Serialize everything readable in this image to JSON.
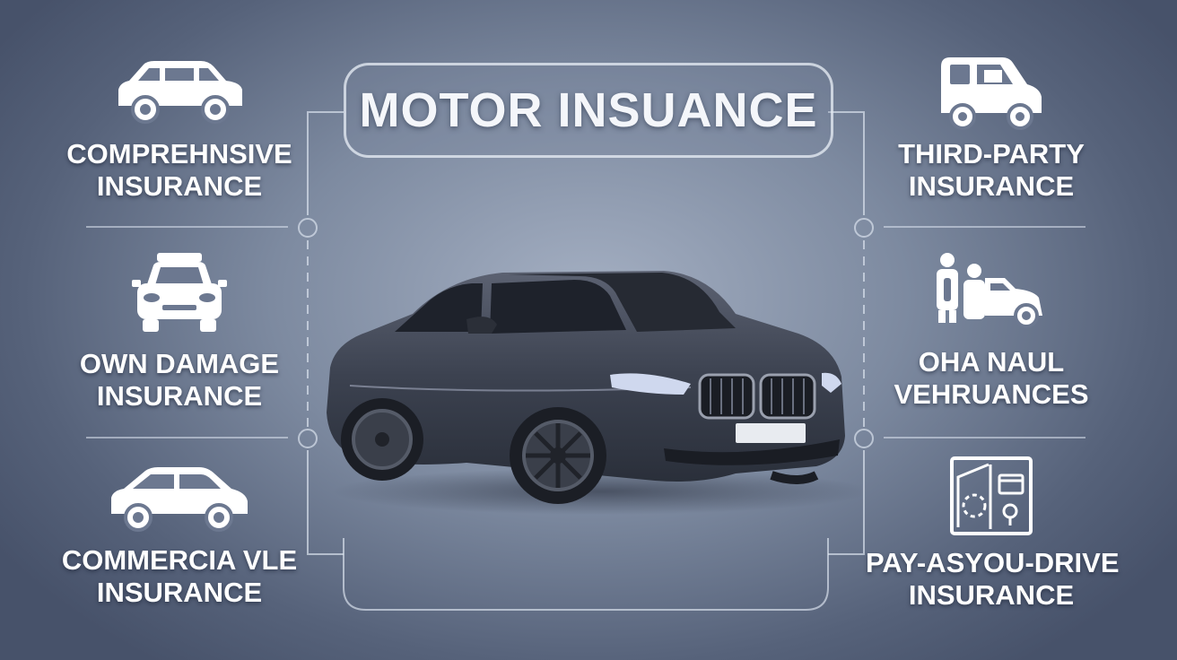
{
  "title": "MOTOR INSUANCE",
  "left_panels": [
    {
      "line1": "COMPREHNSIVE",
      "line2": "INSURANCE",
      "icon": "suv-icon"
    },
    {
      "line1": "OWN DAMAGE",
      "line2": "INSURANCE",
      "icon": "car-front-icon"
    },
    {
      "line1": "COMMERCIA VLE",
      "line2": "INSURANCE",
      "icon": "hatchback-icon"
    }
  ],
  "right_panels": [
    {
      "line1": "THIRD-PARTY",
      "line2": "INSURANCE",
      "icon": "van-icon"
    },
    {
      "line1": "OHA NAUL",
      "line2": "VEHRUANCES",
      "icon": "people-car-icon"
    },
    {
      "line1": "PAY-ASYOU-DRIVE",
      "line2": "INSURANCE",
      "icon": "calendar-gauge-icon"
    }
  ],
  "colors": {
    "background": "#7d8aa0",
    "text": "#ffffff",
    "car": "#3c4250"
  }
}
